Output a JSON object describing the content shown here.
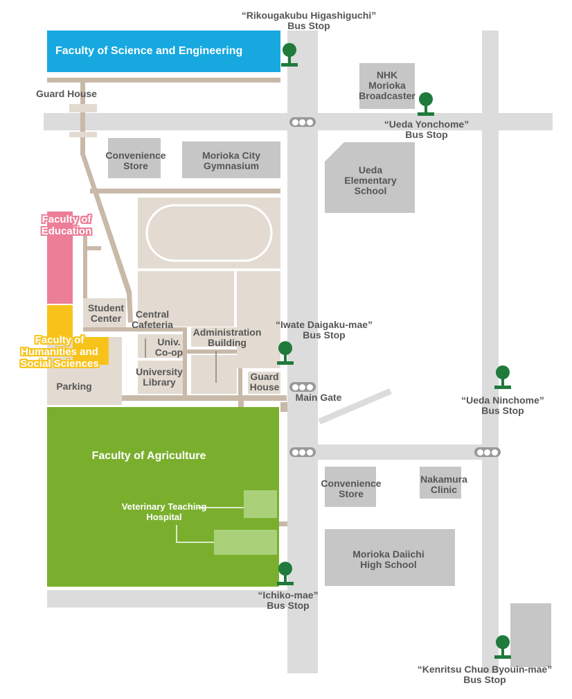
{
  "colors": {
    "road": "#dcdcdc",
    "path": "#c8b9a8",
    "campus_building": "#e3dbd1",
    "city_building": "#c6c6c6",
    "science_engineering": "#17a8e0",
    "education": "#ec7e97",
    "humanities": "#f7c31b",
    "agriculture": "#7aaf2e",
    "hospital": "#aad17a",
    "bus_stop": "#1f7a3c",
    "signal": "#999999"
  },
  "faculties": {
    "science_engineering": "Faculty of Science and Engineering",
    "education": [
      "Faculty of",
      "Education"
    ],
    "humanities": [
      "Faculty of",
      "Humanities and",
      "Social Sciences"
    ],
    "agriculture": "Faculty of Agriculture"
  },
  "campus": {
    "guard_house_north": "Guard House",
    "student_center": [
      "Student",
      "Center"
    ],
    "central_cafeteria": [
      "Central",
      "Cafeteria"
    ],
    "univ_coop": [
      "Univ.",
      "Co-op"
    ],
    "university_library": [
      "University",
      "Library"
    ],
    "administration_building": [
      "Administration",
      "Building"
    ],
    "guard_house_south": [
      "Guard",
      "House"
    ],
    "parking": "Parking",
    "main_gate": "Main Gate",
    "veterinary_hospital": [
      "Veterinary Teaching",
      "Hospital"
    ]
  },
  "buildings": {
    "convenience_store_north": [
      "Convenience",
      "Store"
    ],
    "gymnasium": [
      "Morioka City",
      "Gymnasium"
    ],
    "nhk": [
      "NHK",
      "Morioka",
      "Broadcaster"
    ],
    "ueda_elementary": [
      "Ueda",
      "Elementary",
      "School"
    ],
    "convenience_store_south": [
      "Convenience",
      "Store"
    ],
    "nakamura_clinic": [
      "Nakamura",
      "Clinic"
    ],
    "daiichi_high_school": [
      "Morioka Daiichi",
      "High School"
    ]
  },
  "bus_stops": {
    "rikougakubu": [
      "“Rikougakubu Higashiguchi”",
      "Bus Stop"
    ],
    "ueda_yonchome": [
      "“Ueda Yonchome”",
      "Bus Stop"
    ],
    "iwate_daigaku": [
      "“Iwate Daigaku-mae”",
      "Bus Stop"
    ],
    "ueda_ninchome": [
      "“Ueda Ninchome”",
      "Bus Stop"
    ],
    "ichiko": [
      "“Ichiko-mae”",
      "Bus Stop"
    ],
    "kenritsu": [
      "“Kenritsu Chuo Byouin-mae”",
      "Bus Stop"
    ]
  }
}
